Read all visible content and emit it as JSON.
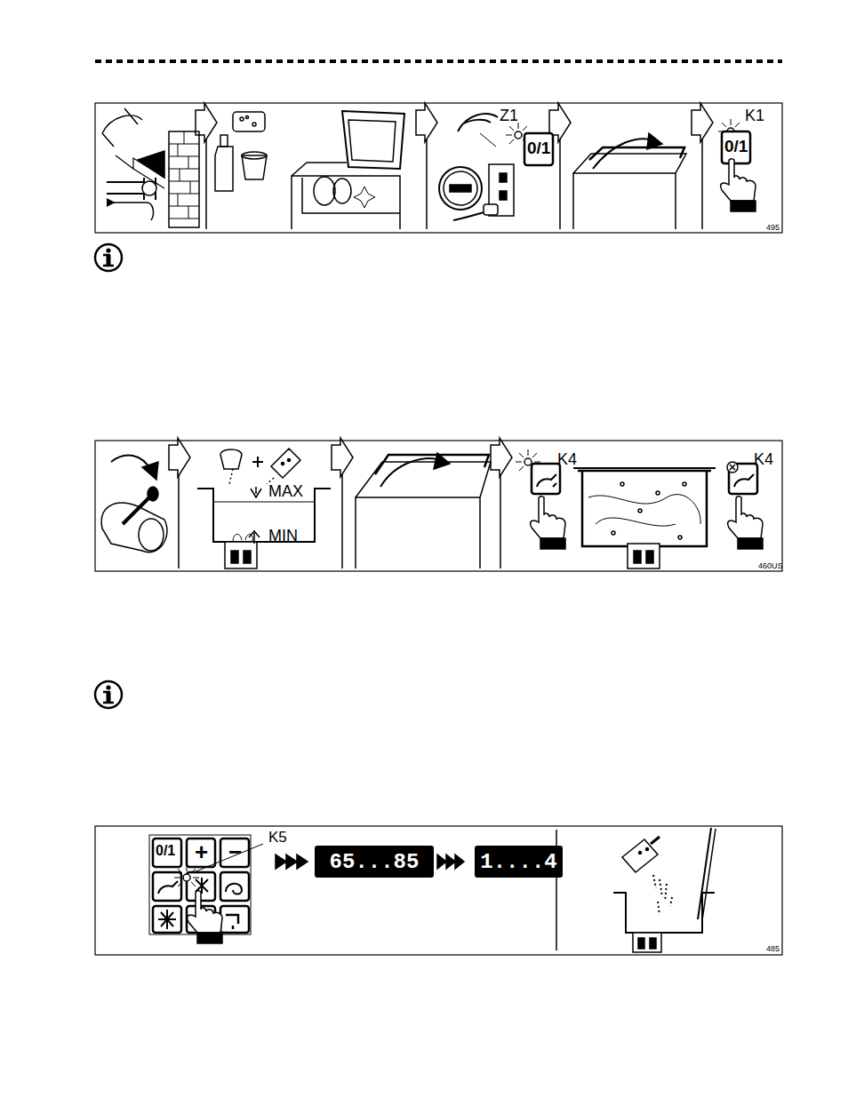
{
  "diagram": {
    "nodes": [
      {
        "text": [
          "65...85"
        ]
      },
      {
        "text": [
          "1....4"
        ]
      }
    ],
    "labels": [
      "Z1",
      "0/1",
      "K1",
      "0/1",
      "495",
      "MAX",
      "MIN",
      "K4",
      "K4",
      "460US",
      "K5",
      "0/1",
      "+",
      "−",
      "485"
    ]
  }
}
